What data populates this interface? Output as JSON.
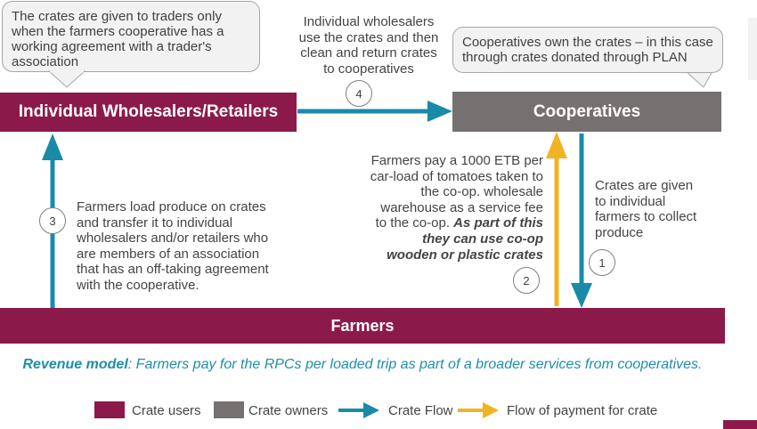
{
  "callouts": {
    "traders": "The crates are given to traders only when the farmers cooperative has a working agreement with a trader's association",
    "ownership": "Cooperatives own the crates – in this case through crates donated through PLAN"
  },
  "nodes": {
    "wholesalers": "Individual Wholesalers/Retailers",
    "cooperatives": "Cooperatives",
    "farmers": "Farmers"
  },
  "steps": {
    "step1": {
      "number": "1",
      "text": "Crates are given to individual farmers to collect produce"
    },
    "step2": {
      "number": "2",
      "text": "Farmers pay a 1000 ETB per car-load of tomatoes taken to the co-op. wholesale warehouse as a service fee to the co-op.",
      "emphasis": "As part of this they can use co-op wooden or plastic crates"
    },
    "step3": {
      "number": "3",
      "text": "Farmers load produce on crates and transfer it to individual wholesalers and/or retailers who are members of an association that has an off-taking agreement with the cooperative."
    },
    "step4": {
      "number": "4",
      "text": "Individual wholesalers use the crates and then clean and return crates to cooperatives"
    }
  },
  "revenue": {
    "label": "Revenue model",
    "separator": ":",
    "text": "Farmers pay for the RPCs per loaded trip  as part of a broader services from cooperatives."
  },
  "legend": {
    "crate_users": "Crate users",
    "crate_owners": "Crate owners",
    "crate_flow": "Crate Flow",
    "payment_flow": "Flow of payment for crate"
  },
  "colors": {
    "crate_users": "#8b1a4a",
    "crate_owners": "#767171",
    "crate_flow": "#1a8aa8",
    "payment_flow": "#f0b323",
    "revenue_text": "#1e8ea8"
  }
}
